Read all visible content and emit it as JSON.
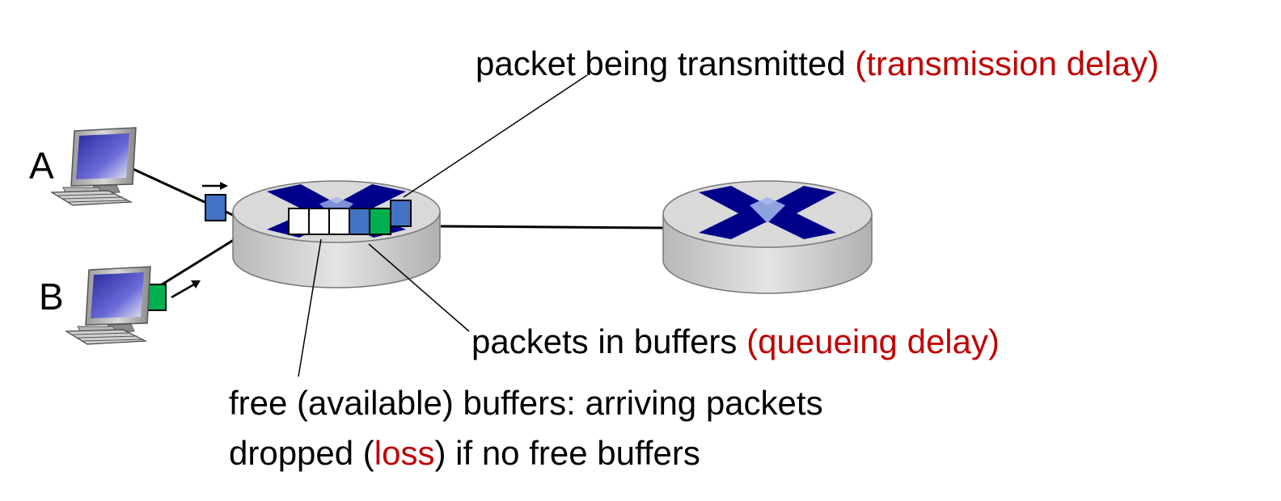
{
  "hosts": {
    "a_label": "A",
    "b_label": "B"
  },
  "labels": {
    "transmitting_text": "packet being transmitted ",
    "transmitting_delay": "(transmission delay)",
    "buffers_text": "packets in buffers ",
    "buffers_delay": "(queueing delay)",
    "free_line1": "free (available) buffers: arriving packets",
    "free_line2_prefix": "dropped (",
    "free_line2_loss": "loss",
    "free_line2_suffix": ") if no free buffers"
  },
  "colors": {
    "router_top": "#d9d9d9",
    "router_side": "#c4c4c4",
    "router_x": "#00008b",
    "router_x_light": "#9db4e8",
    "packet_blue": "#4472c4",
    "packet_green": "#00b050",
    "buffer_free": "#ffffff",
    "delay_red": "#c00000",
    "screen_blue": "#4b48c4"
  },
  "buffer_queue": [
    "free",
    "free",
    "free",
    "blue",
    "green"
  ],
  "icons": [
    "computer-icon",
    "router-icon",
    "packet-icon",
    "arrow-icon"
  ]
}
